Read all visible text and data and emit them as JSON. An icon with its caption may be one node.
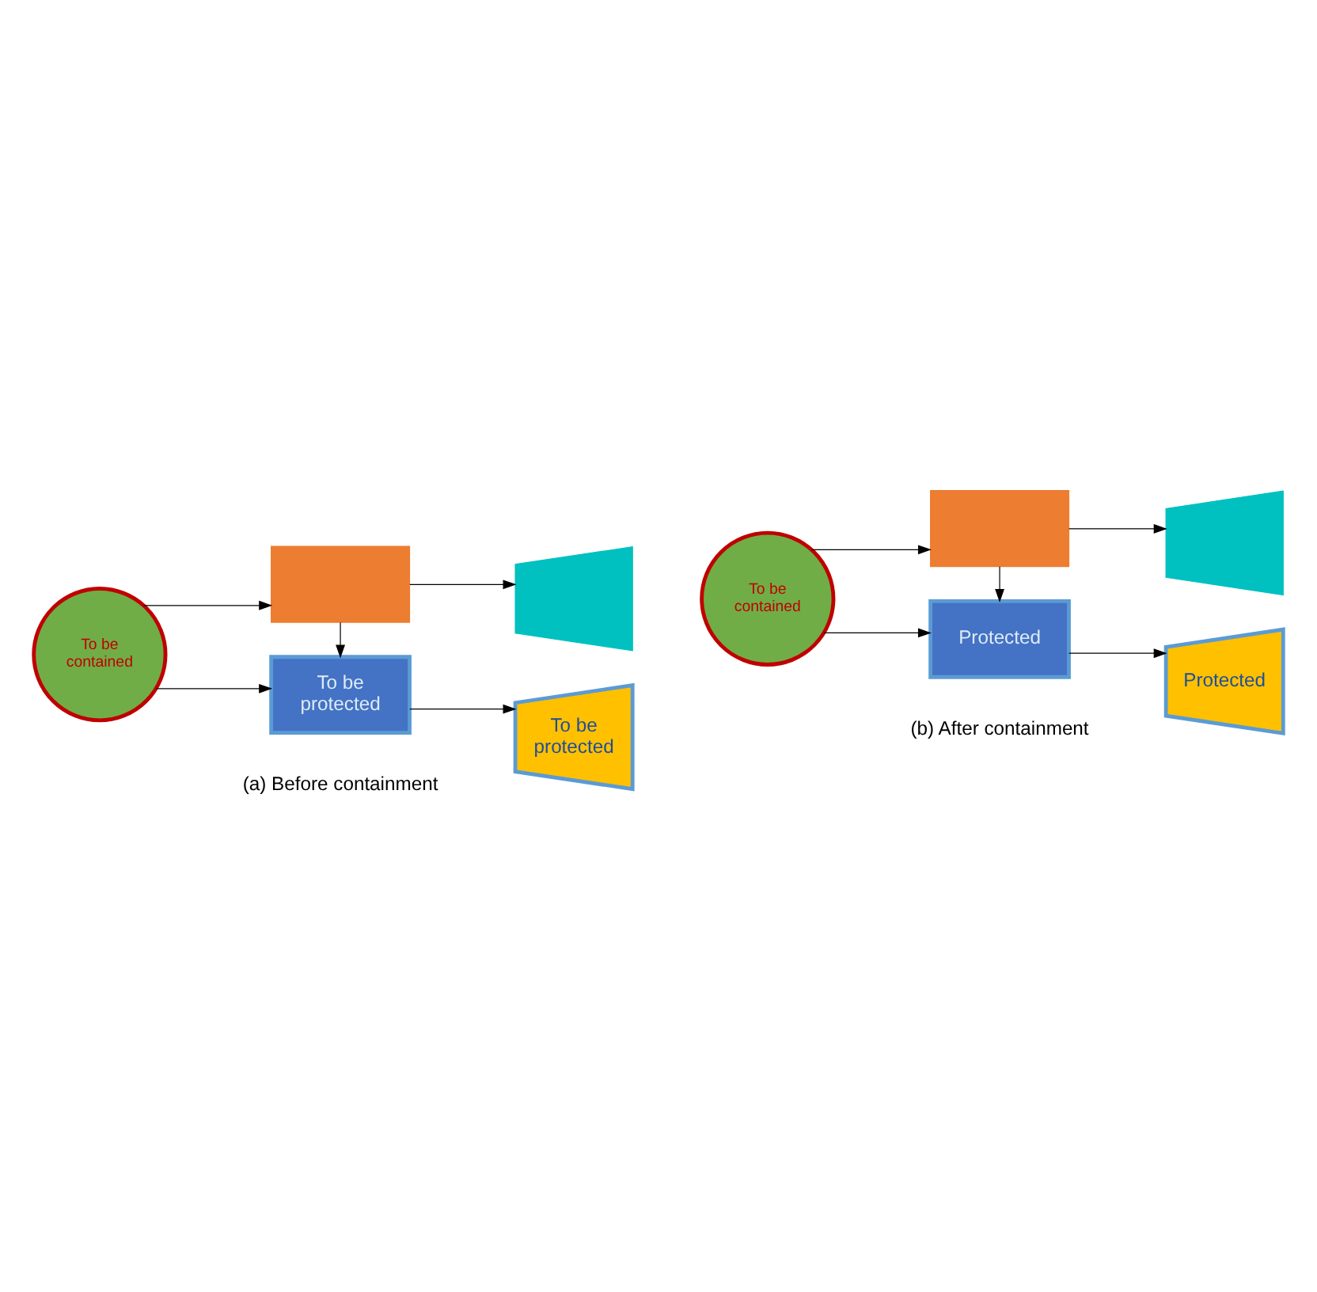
{
  "diagram": {
    "nodes": [
      {
        "text": [
          "To be contained"
        ]
      },
      {
        "text": [
          "To be protected"
        ]
      },
      {
        "text": [],
        "shape": "box"
      },
      {
        "text": [
          "To be protected"
        ]
      },
      {
        "text": [],
        "shape": "trapezoid"
      },
      {
        "text": [
          "To be contained"
        ]
      },
      {
        "text": [
          "Protected"
        ]
      },
      {
        "text": [],
        "shape": "box"
      },
      {
        "text": [
          "Protected"
        ]
      },
      {
        "text": [],
        "shape": "trapezoid"
      }
    ],
    "edges": [
      {
        "from": 0,
        "to": 1,
        "arrow": "to"
      },
      {
        "from": 0,
        "to": 2,
        "arrow": "to"
      },
      {
        "from": 2,
        "to": 1,
        "arrow": "to"
      },
      {
        "from": 1,
        "to": 3,
        "arrow": "to"
      },
      {
        "from": 2,
        "to": 4,
        "arrow": "to"
      },
      {
        "from": 5,
        "to": 6,
        "arrow": "to"
      },
      {
        "from": 5,
        "to": 7,
        "arrow": "to"
      },
      {
        "from": 7,
        "to": 6,
        "arrow": "to"
      },
      {
        "from": 6,
        "to": 8,
        "arrow": "to"
      },
      {
        "from": 7,
        "to": 9,
        "arrow": "to"
      }
    ],
    "labels": [
      "(a) Before containment",
      "(b) After containment"
    ]
  }
}
